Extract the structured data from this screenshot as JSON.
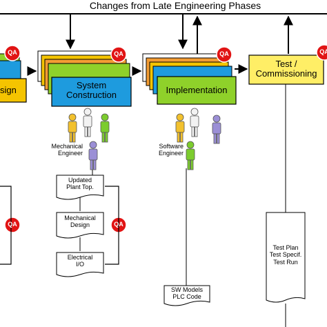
{
  "header": {
    "title": "Changes from Late Engineering Phases"
  },
  "phases": {
    "design": "sign",
    "system_construction": "System\nConstruction",
    "implementation": "Implementation",
    "test_commissioning": "Test /\nCommissioning"
  },
  "qa_label": "QA",
  "roles": {
    "mechanical_engineer": "Mechanical\nEngineer",
    "software_engineer": "Software\nEngineer"
  },
  "documents": {
    "updated_plant_top": "Updated\nPlant Top.",
    "mechanical_design": "Mechanical\nDesign",
    "electrical_io": "Electrical\nI/O",
    "sw_models": "SW Models\nPLC Code",
    "test_plan": "Test Plan\nTest Specif.\nTest Run"
  },
  "colors": {
    "design_box": "#f5c400",
    "system_box": "#1e9bde",
    "implementation_box": "#8fd12a",
    "test_box": "#ffee66",
    "stack_yellow": "#f5c400",
    "stack_orange": "#f39c33",
    "stack_green": "#8fd12a",
    "qa_fill": "#e11414",
    "person_yellow": "#f2c12e",
    "person_white": "#f2f2f2",
    "person_green": "#7ccc2e",
    "person_purple": "#9b8fd6"
  }
}
